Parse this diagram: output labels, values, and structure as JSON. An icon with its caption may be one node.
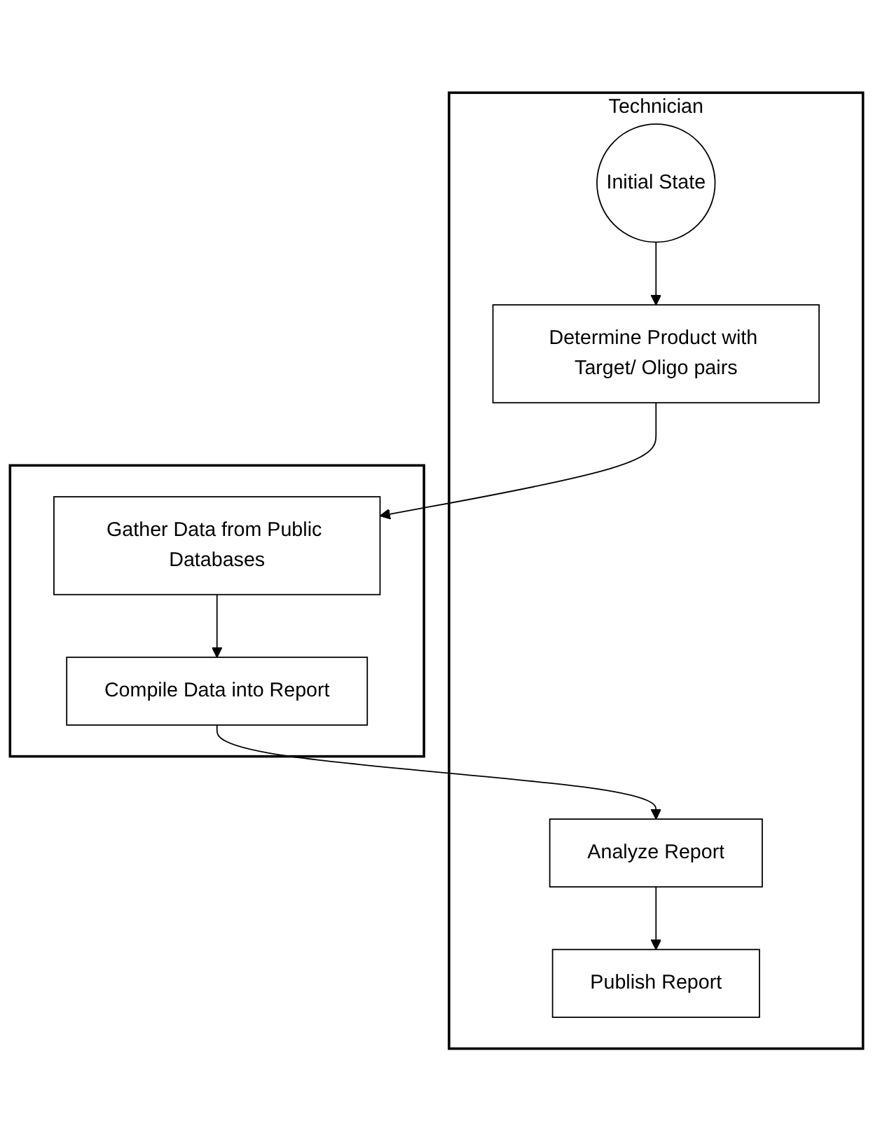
{
  "diagram": {
    "nodes": [
      {
        "text": [
          "Technician"
        ]
      },
      {
        "text": [],
        "shape": "box"
      },
      {
        "text": [
          "Initial State"
        ],
        "in": 0
      },
      {
        "text": [
          "Determine Product with Target/ Oligo pairs"
        ],
        "in": 0
      },
      {
        "text": [
          "Gather Data from Public Databases"
        ],
        "in": 1
      },
      {
        "text": [
          "Compile Data into Report"
        ],
        "in": 1
      },
      {
        "text": [
          "Analyze Report"
        ],
        "in": 0
      },
      {
        "text": [
          "Publish Report"
        ],
        "in": 0
      }
    ],
    "edges": [
      {
        "from": 2,
        "to": 3,
        "arrow": "to"
      },
      {
        "from": 3,
        "to": 4,
        "arrow": "to"
      },
      {
        "from": 4,
        "to": 5,
        "arrow": "to"
      },
      {
        "from": 5,
        "to": 6,
        "arrow": "to"
      },
      {
        "from": 6,
        "to": 7,
        "arrow": "to"
      }
    ]
  }
}
